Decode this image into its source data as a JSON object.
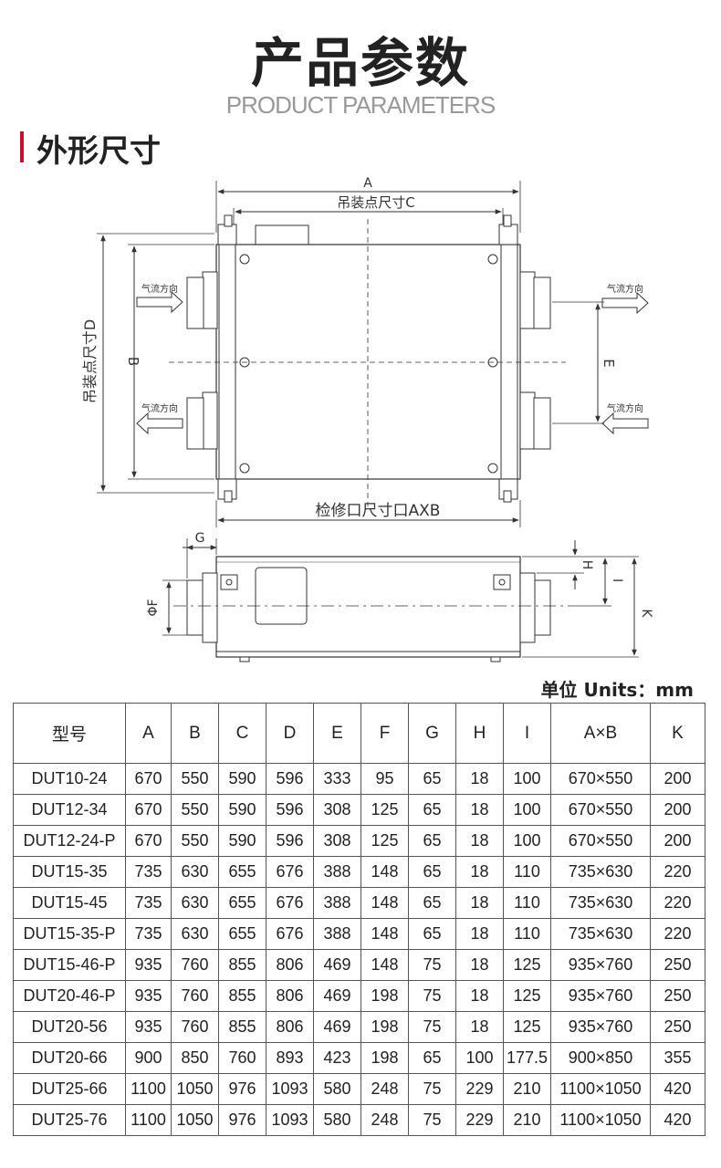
{
  "header": {
    "title_cn": "产品参数",
    "title_en": "PRODUCT PARAMETERS",
    "section_title": "外形尺寸"
  },
  "drawing": {
    "top_view": {
      "dim_a": "A",
      "dim_c": "吊装点尺寸C",
      "dim_d": "吊装点尺寸D",
      "dim_b": "B",
      "dim_e": "E",
      "airflow_label": "气流方向",
      "access_label": "检修口尺寸口AXB"
    },
    "side_view": {
      "dim_g": "G",
      "dim_f": "ΦF",
      "dim_h": "H",
      "dim_i": "I",
      "dim_k": "K"
    }
  },
  "units_label": "单位 Units：mm",
  "spec_table": {
    "headers": [
      "型号",
      "A",
      "B",
      "C",
      "D",
      "E",
      "F",
      "G",
      "H",
      "I",
      "A×B",
      "K"
    ],
    "rows": [
      [
        "DUT10-24",
        "670",
        "550",
        "590",
        "596",
        "333",
        "95",
        "65",
        "18",
        "100",
        "670×550",
        "200"
      ],
      [
        "DUT12-34",
        "670",
        "550",
        "590",
        "596",
        "308",
        "125",
        "65",
        "18",
        "100",
        "670×550",
        "200"
      ],
      [
        "DUT12-24-P",
        "670",
        "550",
        "590",
        "596",
        "308",
        "125",
        "65",
        "18",
        "100",
        "670×550",
        "200"
      ],
      [
        "DUT15-35",
        "735",
        "630",
        "655",
        "676",
        "388",
        "148",
        "65",
        "18",
        "110",
        "735×630",
        "220"
      ],
      [
        "DUT15-45",
        "735",
        "630",
        "655",
        "676",
        "388",
        "148",
        "65",
        "18",
        "110",
        "735×630",
        "220"
      ],
      [
        "DUT15-35-P",
        "735",
        "630",
        "655",
        "676",
        "388",
        "148",
        "65",
        "18",
        "110",
        "735×630",
        "220"
      ],
      [
        "DUT15-46-P",
        "935",
        "760",
        "855",
        "806",
        "469",
        "148",
        "75",
        "18",
        "125",
        "935×760",
        "250"
      ],
      [
        "DUT20-46-P",
        "935",
        "760",
        "855",
        "806",
        "469",
        "198",
        "75",
        "18",
        "125",
        "935×760",
        "250"
      ],
      [
        "DUT20-56",
        "935",
        "760",
        "855",
        "806",
        "469",
        "198",
        "75",
        "18",
        "125",
        "935×760",
        "250"
      ],
      [
        "DUT20-66",
        "900",
        "850",
        "760",
        "893",
        "423",
        "198",
        "65",
        "100",
        "177.5",
        "900×850",
        "355"
      ],
      [
        "DUT25-66",
        "1100",
        "1050",
        "976",
        "1093",
        "580",
        "248",
        "75",
        "229",
        "210",
        "1100×1050",
        "420"
      ],
      [
        "DUT25-76",
        "1100",
        "1050",
        "976",
        "1093",
        "580",
        "248",
        "75",
        "229",
        "210",
        "1100×1050",
        "420"
      ]
    ]
  }
}
